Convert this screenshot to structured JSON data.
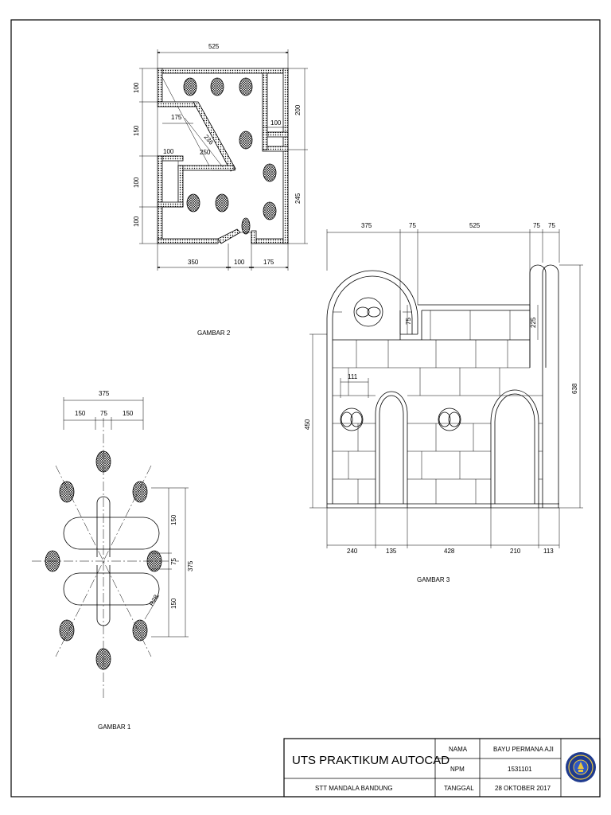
{
  "gambar2": {
    "caption": "GAMBAR 2",
    "dims": {
      "top": "525",
      "left_100a": "100",
      "left_150": "150",
      "left_100b": "100",
      "left_100c": "100",
      "inner_175": "175",
      "inner_236": "236",
      "inner_250": "250",
      "inner_100_left": "100",
      "inner_100_right": "100",
      "right_200": "200",
      "right_245": "245",
      "bottom_350": "350",
      "bottom_100": "100",
      "bottom_175": "175"
    }
  },
  "gambar3": {
    "caption": "GAMBAR 3",
    "dims": {
      "top_375": "375",
      "top_75a": "75",
      "top_525": "525",
      "top_75b": "75",
      "top_75c": "75",
      "inner_75": "75",
      "inner_225": "225",
      "inner_111": "111",
      "left_450": "450",
      "right_638": "638",
      "bottom_240": "240",
      "bottom_135": "135",
      "bottom_428": "428",
      "bottom_210": "210",
      "bottom_113": "113"
    }
  },
  "gambar1": {
    "caption": "GAMBAR 1",
    "dims": {
      "top_375": "375",
      "top_150a": "150",
      "top_75": "75",
      "top_150b": "150",
      "right_150a": "150",
      "right_75": "75",
      "right_150b": "150",
      "right_375": "375",
      "radius": "R28"
    }
  },
  "title_block": {
    "title": "UTS PRAKTIKUM AUTOCAD",
    "institution": "STT MANDALA BANDUNG",
    "name_label": "NAMA",
    "name_value": "BAYU PERMANA AJI",
    "npm_label": "NPM",
    "npm_value": "1531101",
    "date_label": "TANGGAL",
    "date_value": "28 OKTOBER 2017"
  },
  "colors": {
    "line": "#000000",
    "paper": "#ffffff",
    "logo_blue": "#1f3b8f",
    "logo_gold": "#e8c640"
  }
}
